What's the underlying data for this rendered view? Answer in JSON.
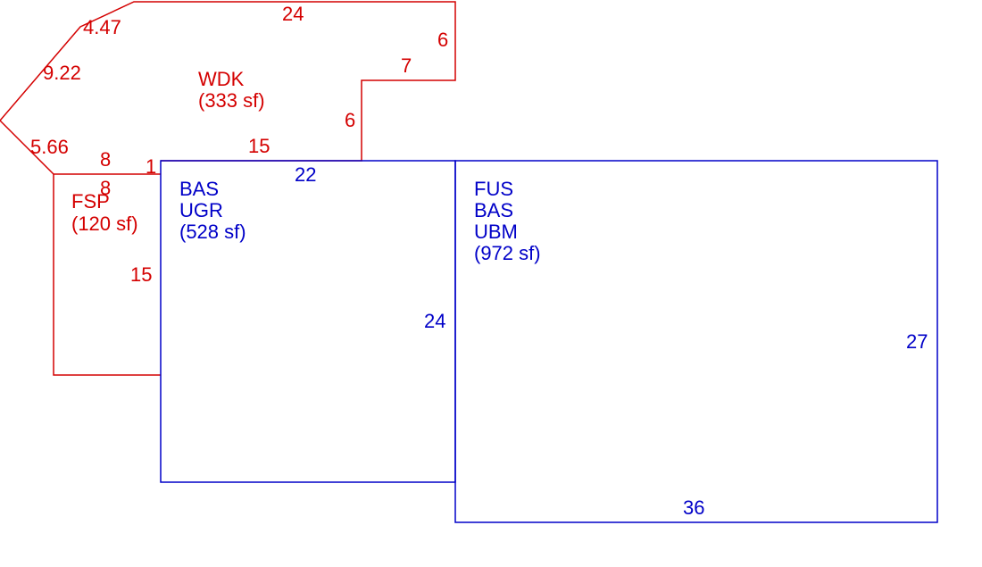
{
  "colors": {
    "wood_deck": "#d40000",
    "building": "#0000c8",
    "background": "#ffffff"
  },
  "areas": {
    "wdk": {
      "code": "WDK",
      "area": "(333 sf)"
    },
    "fsp": {
      "code": "FSP",
      "area": "(120 sf)"
    },
    "bas_ugr": {
      "code1": "BAS",
      "code2": "UGR",
      "area": "(528 sf)"
    },
    "fus_bas_ubm": {
      "code1": "FUS",
      "code2": "BAS",
      "code3": "UBM",
      "area": "(972 sf)"
    }
  },
  "dimensions": {
    "wdk_top": "24",
    "wdk_upper_diag": "4.47",
    "wdk_left_diag": "9.22",
    "wdk_lower_diag": "5.66",
    "wdk_right_top": "6",
    "wdk_step": "7",
    "wdk_right_lower": "6",
    "wdk_bottom": "15",
    "wdk_bottom_left": "8",
    "wdk_bottom_short": "1",
    "fsp_top": "8",
    "fsp_right": "15",
    "bas_top": "22",
    "bas_right": "24",
    "fus_right": "27",
    "fus_bottom": "36"
  }
}
